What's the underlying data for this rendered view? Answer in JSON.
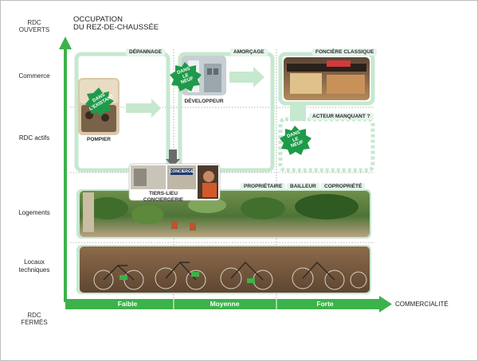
{
  "title_line1": "OCCUPATION",
  "title_line2": "DU REZ-DE-CHAUSSÉE",
  "y_top_line1": "RDC",
  "y_top_line2": "OUVERTS",
  "y_bottom_line1": "RDC",
  "y_bottom_line2": "FERMÉS",
  "rows": [
    "Commerce",
    "RDC actifs",
    "Logements",
    "Locaux",
    "techniques"
  ],
  "x_axis_label": "COMMERCIALITÉ",
  "x_levels": [
    "Faible",
    "Moyenne",
    "Forte"
  ],
  "tags": {
    "depannage": "DÉPANNAGE",
    "amorcage": "AMORÇAGE",
    "fonciere": "FONCIÈRE CLASSIQUE",
    "acteur": "ACTEUR MANQUANT ?",
    "proprietaire": "PROPRIÉTAIRE",
    "bailleur": "BAILLEUR",
    "copropriete": "COPROPRIÉTÉ"
  },
  "actors": {
    "pompier": "POMPIER",
    "developpeur": "DÉVELOPPEUR",
    "tiers_lieu_1": "TIERS-LIEU",
    "tiers_lieu_2": "CONCIERGERIE",
    "conciergerie_sign": "CONCIERGE"
  },
  "seals": {
    "existant": [
      "DANS",
      "L'EXISTANT"
    ],
    "neuf": [
      "DANS",
      "LE",
      "NEUF"
    ]
  },
  "colors": {
    "accent_green": "#3cb24a",
    "pale_green": "#c6e8cf",
    "seal_green": "#1f9a4a"
  }
}
